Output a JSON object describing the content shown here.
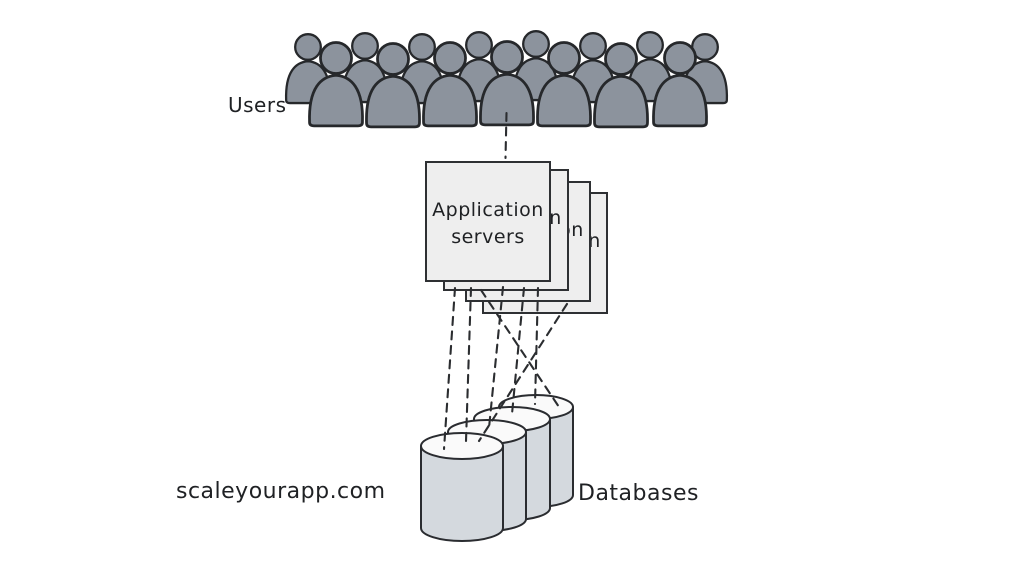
{
  "page": {
    "background": "#ffffff"
  },
  "labels": {
    "users": "Users",
    "app_servers_line1": "Application",
    "app_servers_line2": "servers",
    "databases": "Databases",
    "watermark": "scaleyourapp.com"
  },
  "colors": {
    "background": "#ffffff",
    "outline": "#2a2c30",
    "person_fill": "#8c939d",
    "server_sheet_fill": "#eeeeee",
    "database_body_fill": "#d4d9de",
    "database_top_fill": "#fafafa",
    "dashed_line": "#2b2d30",
    "text": "#1f2124"
  },
  "diagram": {
    "type": "architecture-sketch",
    "nodes": [
      {
        "id": "users",
        "label": "Users",
        "kind": "user-crowd",
        "icon": "person-icon",
        "count": 15
      },
      {
        "id": "app-servers",
        "label": "Application servers",
        "kind": "server-sheet-stack",
        "count": 4
      },
      {
        "id": "databases",
        "label": "Databases",
        "kind": "database-cylinder-stack",
        "count": 4
      }
    ],
    "edges": [
      {
        "from": "users",
        "to": "app-servers",
        "style": "dashed",
        "count": 1
      },
      {
        "from": "app-servers",
        "to": "databases",
        "style": "dashed-mesh",
        "count": 7
      }
    ]
  }
}
